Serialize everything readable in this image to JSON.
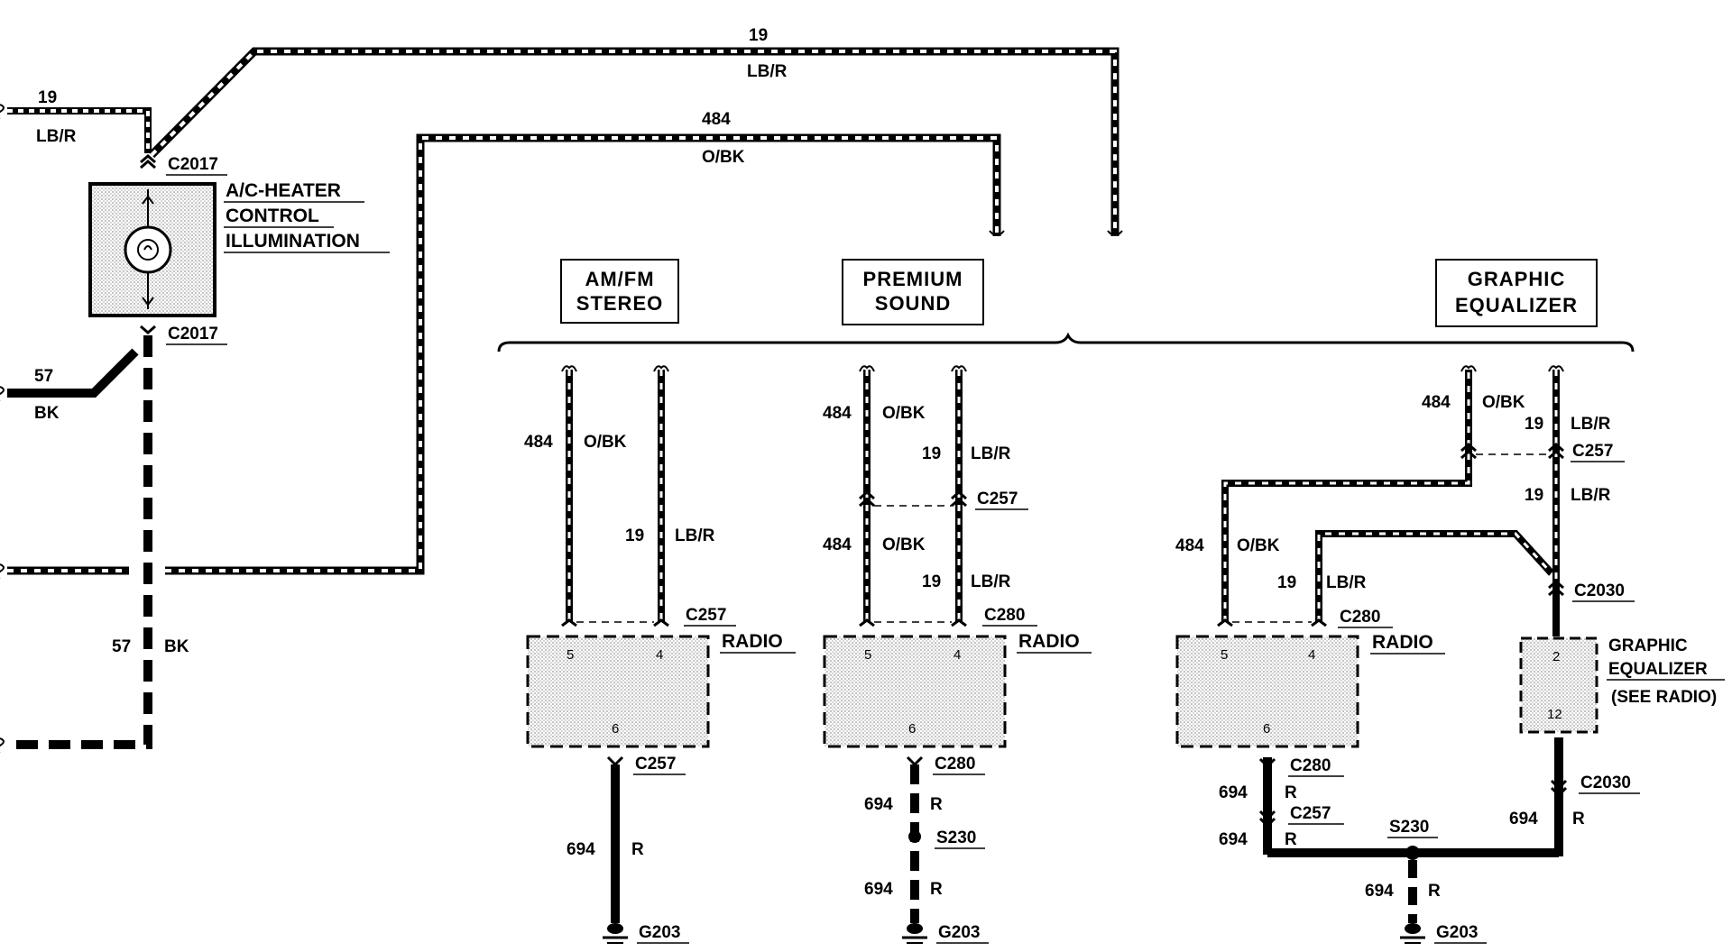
{
  "top": {
    "circuit_19_top": "19",
    "color_lbr_top": "LB/R",
    "circuit_484_top": "484",
    "color_obk_top": "O/BK",
    "circuit_19_left": "19",
    "color_lbr_left": "LB/R",
    "c2017_upper": "C2017",
    "c2017_lower": "C2017",
    "ac_line1": "A/C-HEATER",
    "ac_line2": "CONTROL",
    "ac_line3": "ILLUMINATION",
    "circuit_57_upper": "57",
    "color_bk_upper": "BK",
    "circuit_57_lower": "57",
    "color_bk_lower": "BK"
  },
  "boxes": {
    "amfm_line1": "AM/FM",
    "amfm_line2": "STEREO",
    "premium_line1": "PREMIUM",
    "premium_line2": "SOUND",
    "geq_line1": "GRAPHIC",
    "geq_line2": "EQUALIZER"
  },
  "amfm": {
    "w484": "484",
    "wobk": "O/BK",
    "w19": "19",
    "wlbr": "LB/R",
    "conn_top": "C257",
    "radio": "RADIO",
    "pin5": "5",
    "pin4": "4",
    "pin6": "6",
    "conn_bottom": "C257",
    "w694": "694",
    "wr": "R",
    "ground": "G203"
  },
  "premium": {
    "w484a": "484",
    "wobka": "O/BK",
    "w19a": "19",
    "wlbra": "LB/R",
    "c257": "C257",
    "w484b": "484",
    "wobkb": "O/BK",
    "w19b": "19",
    "wlbrb": "LB/R",
    "conn_top": "C280",
    "radio": "RADIO",
    "pin5": "5",
    "pin4": "4",
    "pin6": "6",
    "conn_bottom": "C280",
    "w694a": "694",
    "wra": "R",
    "splice": "S230",
    "w694b": "694",
    "wrb": "R",
    "ground": "G203"
  },
  "geq": {
    "w484a": "484",
    "wobka": "O/BK",
    "w19a": "19",
    "wlbra": "LB/R",
    "c257_top": "C257",
    "w19b": "19",
    "wlbrb": "LB/R",
    "w484b": "484",
    "wobkb": "O/BK",
    "w19c": "19",
    "wlbrc": "LB/R",
    "c2030_top": "C2030",
    "conn_top": "C280",
    "radio": "RADIO",
    "pin5": "5",
    "pin4": "4",
    "pin6": "6",
    "eq_label1": "GRAPHIC",
    "eq_label2": "EQUALIZER",
    "eq_label3": "(SEE RADIO)",
    "eq_pin2": "2",
    "eq_pin12": "12",
    "c280_bottom": "C280",
    "w694a": "694",
    "wra": "R",
    "c257_bottom": "C257",
    "w694b": "694",
    "wrb": "R",
    "c2030_bottom": "C2030",
    "w694c": "694",
    "wrc": "R",
    "splice": "S230",
    "w694d": "694",
    "wrd": "R",
    "ground": "G203"
  }
}
